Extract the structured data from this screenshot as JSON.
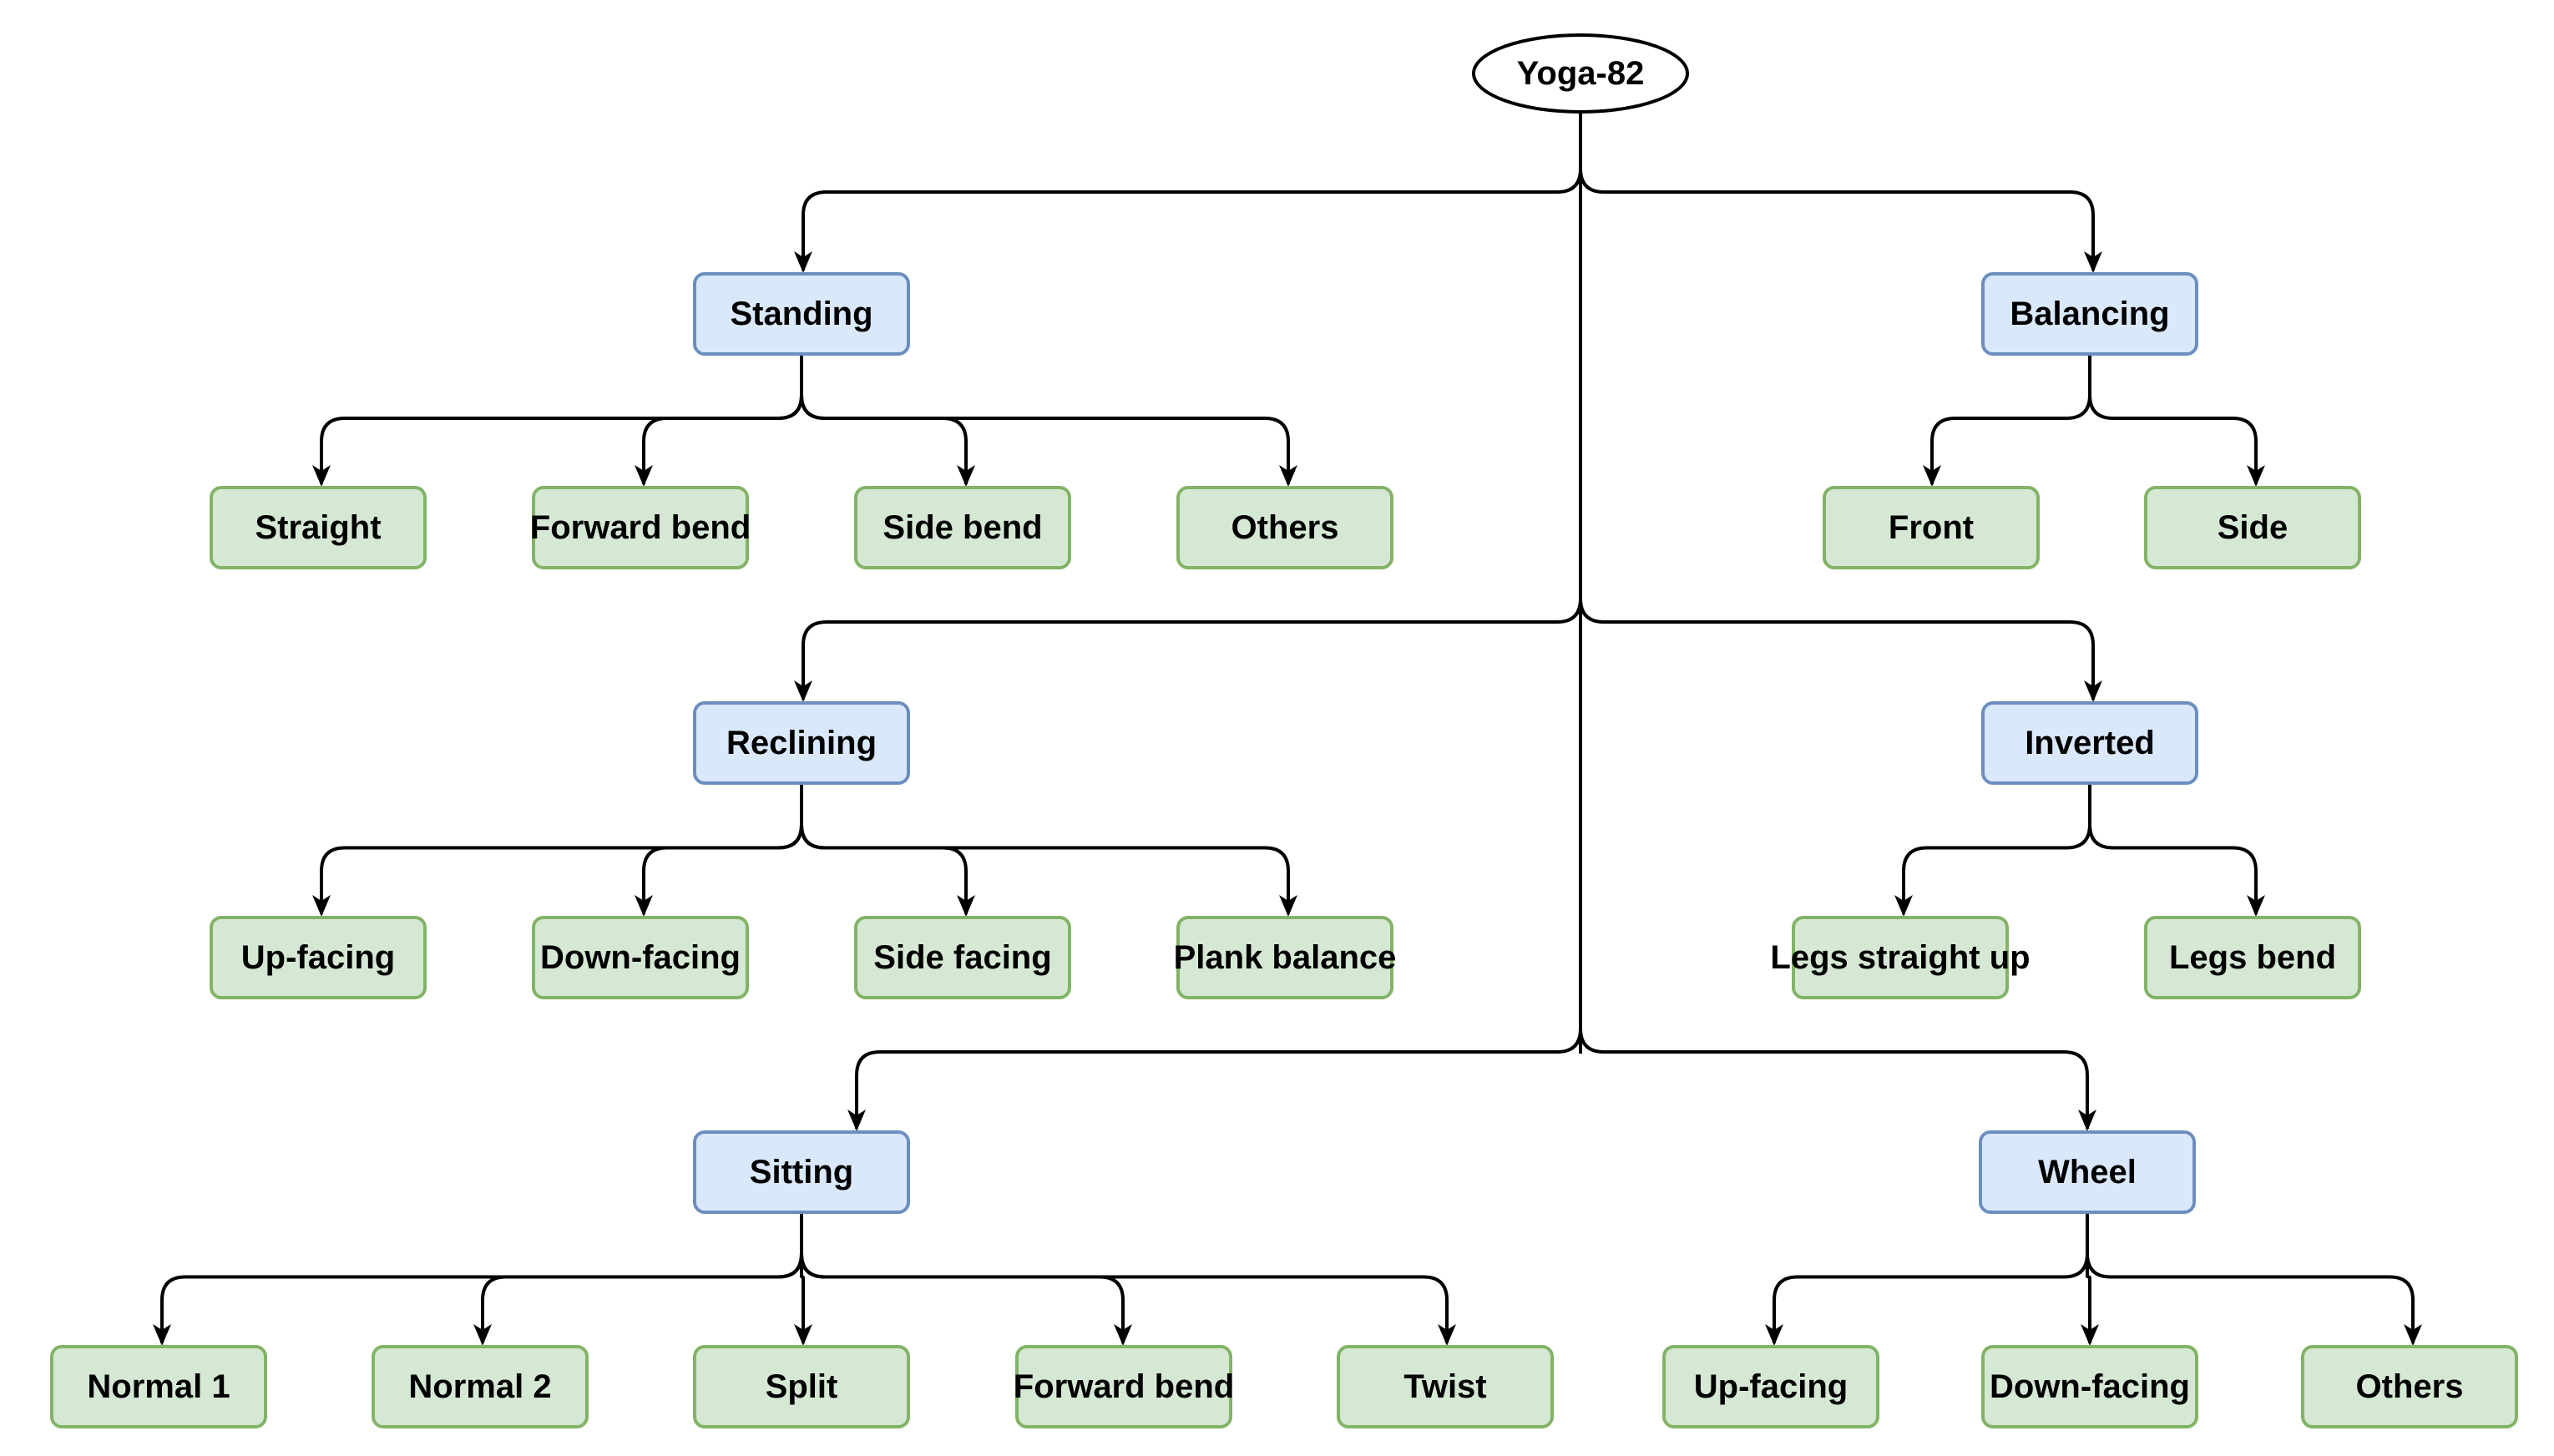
{
  "root": {
    "label": "Yoga-82"
  },
  "categories": [
    {
      "id": "standing",
      "label": "Standing",
      "children": [
        "Straight",
        "Forward bend",
        "Side bend",
        "Others"
      ]
    },
    {
      "id": "balancing",
      "label": "Balancing",
      "children": [
        "Front",
        "Side"
      ]
    },
    {
      "id": "reclining",
      "label": "Reclining",
      "children": [
        "Up-facing",
        "Down-facing",
        "Side facing",
        "Plank balance"
      ]
    },
    {
      "id": "inverted",
      "label": "Inverted",
      "children": [
        "Legs straight up",
        "Legs bend"
      ]
    },
    {
      "id": "sitting",
      "label": "Sitting",
      "children": [
        "Normal 1",
        "Normal 2",
        "Split",
        "Forward bend",
        "Twist"
      ]
    },
    {
      "id": "wheel",
      "label": "Wheel",
      "children": [
        "Up-facing",
        "Down-facing",
        "Others"
      ]
    }
  ],
  "colors": {
    "category_fill": "#dae8fc",
    "category_stroke": "#6c8ebf",
    "leaf_fill": "#d5e8d4",
    "leaf_stroke": "#82b366",
    "edge": "#000000",
    "root_stroke": "#000000"
  }
}
